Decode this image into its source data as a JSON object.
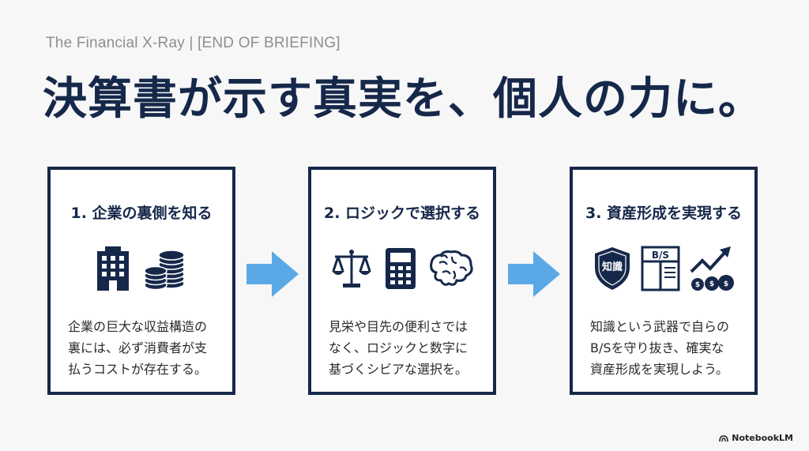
{
  "header": {
    "subtitle": "The Financial X-Ray | [END OF BRIEFING]",
    "title": "決算書が示す真実を、個人の力に。"
  },
  "steps": [
    {
      "title": "1. 企業の裏側を知る",
      "icons": [
        "building-icon",
        "coins-icon"
      ],
      "lines": [
        "企業の巨大な収益構造の",
        "裏には、必ず消費者が支",
        "払うコストが存在する。"
      ]
    },
    {
      "title": "2. ロジックで選択する",
      "icons": [
        "scales-icon",
        "calculator-icon",
        "brain-icon"
      ],
      "lines": [
        "見栄や目先の便利さでは",
        "なく、ロジックと数字に",
        "基づくシビアな選択を。"
      ]
    },
    {
      "title": "3. 資産形成を実現する",
      "icons": [
        "knowledge-shield-icon",
        "balance-sheet-icon",
        "money-growth-icon"
      ],
      "lines": [
        "知識という武器で自らの",
        "B/Sを守り抜き、確実な",
        "資産形成を実現しよう。"
      ]
    }
  ],
  "icon_text": {
    "shield_label": "知識",
    "bs_label": "B/S"
  },
  "footer": {
    "brand": "NotebookLM"
  },
  "colors": {
    "navy": "#16284a",
    "arrow": "#5aa9e6",
    "background": "#f7f7f7"
  }
}
